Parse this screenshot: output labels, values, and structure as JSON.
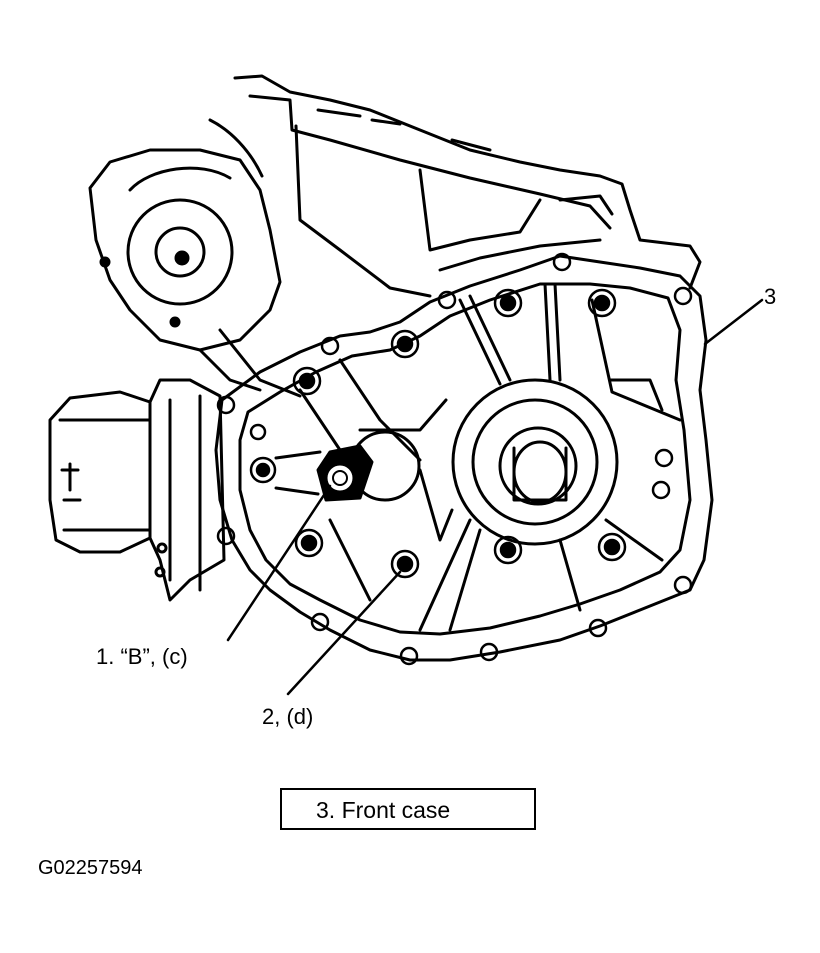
{
  "callouts": {
    "item1": "1. “B”, (c)",
    "item2": "2, (d)",
    "item3": "3"
  },
  "caption": {
    "text": "3.   Front case"
  },
  "figure_id": "G02257594",
  "colors": {
    "line": "#000000",
    "background": "#ffffff"
  }
}
